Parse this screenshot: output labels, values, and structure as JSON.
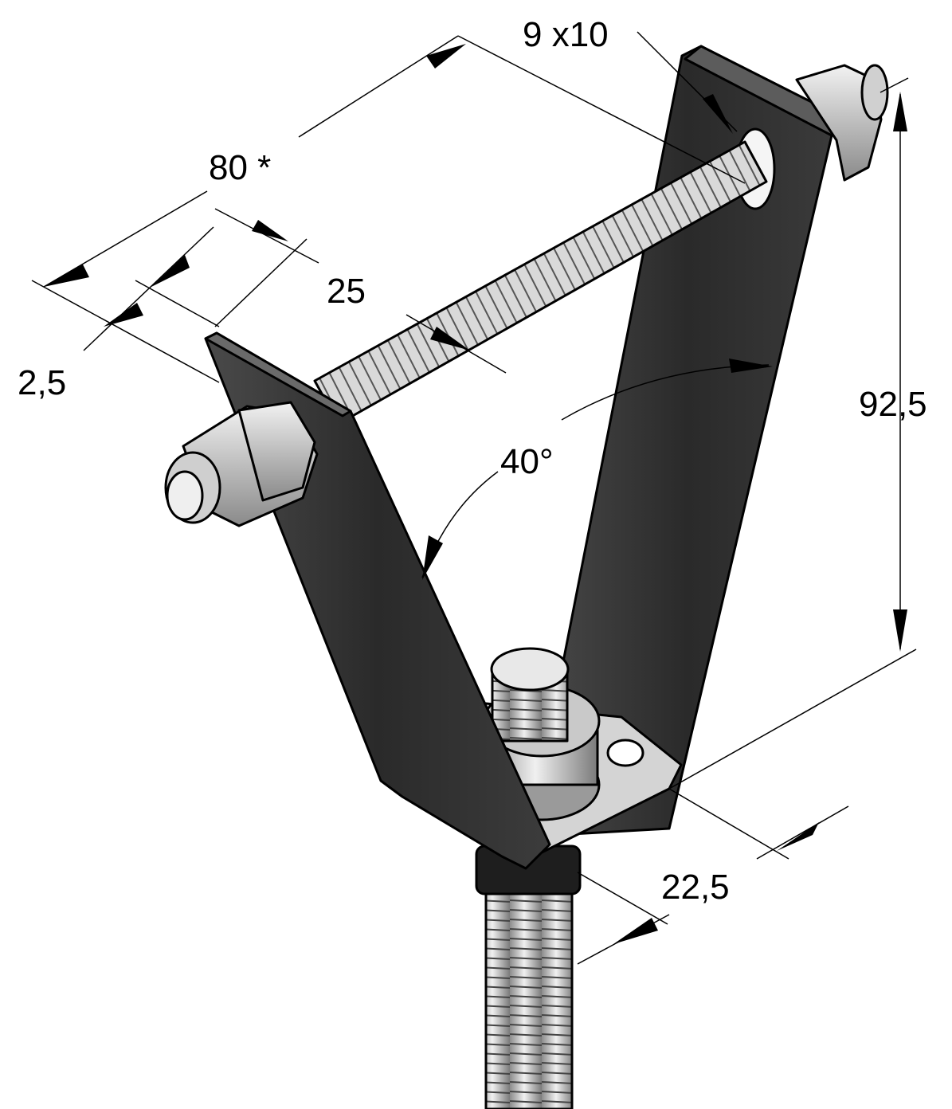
{
  "drawing": {
    "labels": {
      "hole": "9 x10",
      "rod_length": "80 *",
      "bracket_width": "25",
      "thickness": "2,5",
      "height": "92,5",
      "angle": "40°",
      "base_width": "22,5"
    }
  },
  "colors": {
    "bracket_dark": "#2e2e2e",
    "bracket_mid": "#4a4a4a",
    "metal_light": "#e0e0e0",
    "metal_mid": "#b8b8b8",
    "line": "#000000"
  }
}
